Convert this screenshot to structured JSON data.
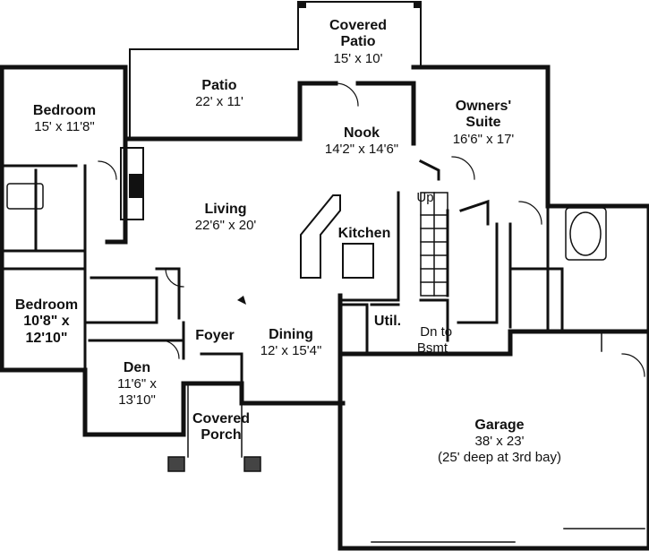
{
  "rooms": {
    "covered_patio": {
      "name": "Covered\nPatio",
      "dims": "15' x 10'"
    },
    "patio": {
      "name": "Patio",
      "dims": "22' x 11'"
    },
    "bedroom1": {
      "name": "Bedroom",
      "dims": "15' x 11'8\""
    },
    "nook": {
      "name": "Nook",
      "dims": "14'2\" x 14'6\""
    },
    "owners_suite": {
      "name": "Owners'\nSuite",
      "dims": "16'6\" x 17'"
    },
    "living": {
      "name": "Living",
      "dims": "22'6\" x 20'"
    },
    "kitchen": {
      "name": "Kitchen"
    },
    "bedroom2": {
      "name": "Bedroom",
      "dims": "10'8\" x\n12'10\""
    },
    "foyer": {
      "name": "Foyer"
    },
    "dining": {
      "name": "Dining",
      "dims": "12' x 15'4\""
    },
    "utility": {
      "name": "Util."
    },
    "den": {
      "name": "Den",
      "dims": "11'6\" x\n13'10\""
    },
    "covered_porch": {
      "name": "Covered\nPorch"
    },
    "garage": {
      "name": "Garage",
      "dims": "38' x 23'",
      "note": "(25' deep at 3rd bay)"
    }
  },
  "stairs": {
    "up": "Up",
    "down": "Dn to\nBsmt"
  }
}
